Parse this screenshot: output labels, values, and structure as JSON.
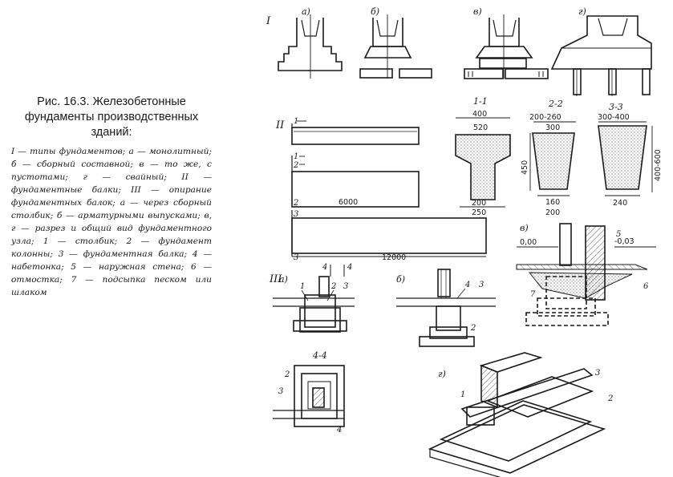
{
  "caption": {
    "title": "Рис. 16.3. Железобетонные фундаменты производственных зданий:",
    "legend": "I — типы фундаментов; а — монолитный; б — сборный составной; в — то же, с пустотами; г — свайный; II — фундаментные балки; III — опирание фундаментных балок; а — через сборный столбик; б — арматурными выпусками; в, г — разрез и общий вид фундаментного узла; 1 — столбик; 2 — фундамент колонны; 3 — фундаментная балка; 4 — набетонка; 5 — наружная стена; 6 — отмостка; 7 — подсыпка песком или шлаком"
  },
  "figure": {
    "section_I": {
      "label": "I",
      "a": "а)",
      "b": "б)",
      "v": "в)",
      "g": "г)"
    },
    "section_II": {
      "label": "II",
      "beam_lengths": [
        "6000",
        "12000"
      ],
      "cut_marks": [
        "1",
        "1",
        "2",
        "2",
        "3",
        "3"
      ],
      "sec11": {
        "title": "1-1",
        "w1": "400",
        "w2": "520",
        "h": "450",
        "w3": "200",
        "w4": "250"
      },
      "sec22": {
        "title": "2-2",
        "w1": "200-260",
        "w2": "300",
        "w3": "160",
        "w4": "200"
      },
      "sec33": {
        "title": "3-3",
        "w1": "300-400",
        "h": "400-600",
        "w3": "240"
      }
    },
    "section_III": {
      "label": "III",
      "a": "а)",
      "b": "б)",
      "v": "в)",
      "g": "г)",
      "section44": "4-4",
      "level_zero": "0,00",
      "level_minus": "-0,03",
      "markers": [
        "1",
        "2",
        "3",
        "4",
        "4",
        "5",
        "6",
        "7"
      ]
    }
  }
}
